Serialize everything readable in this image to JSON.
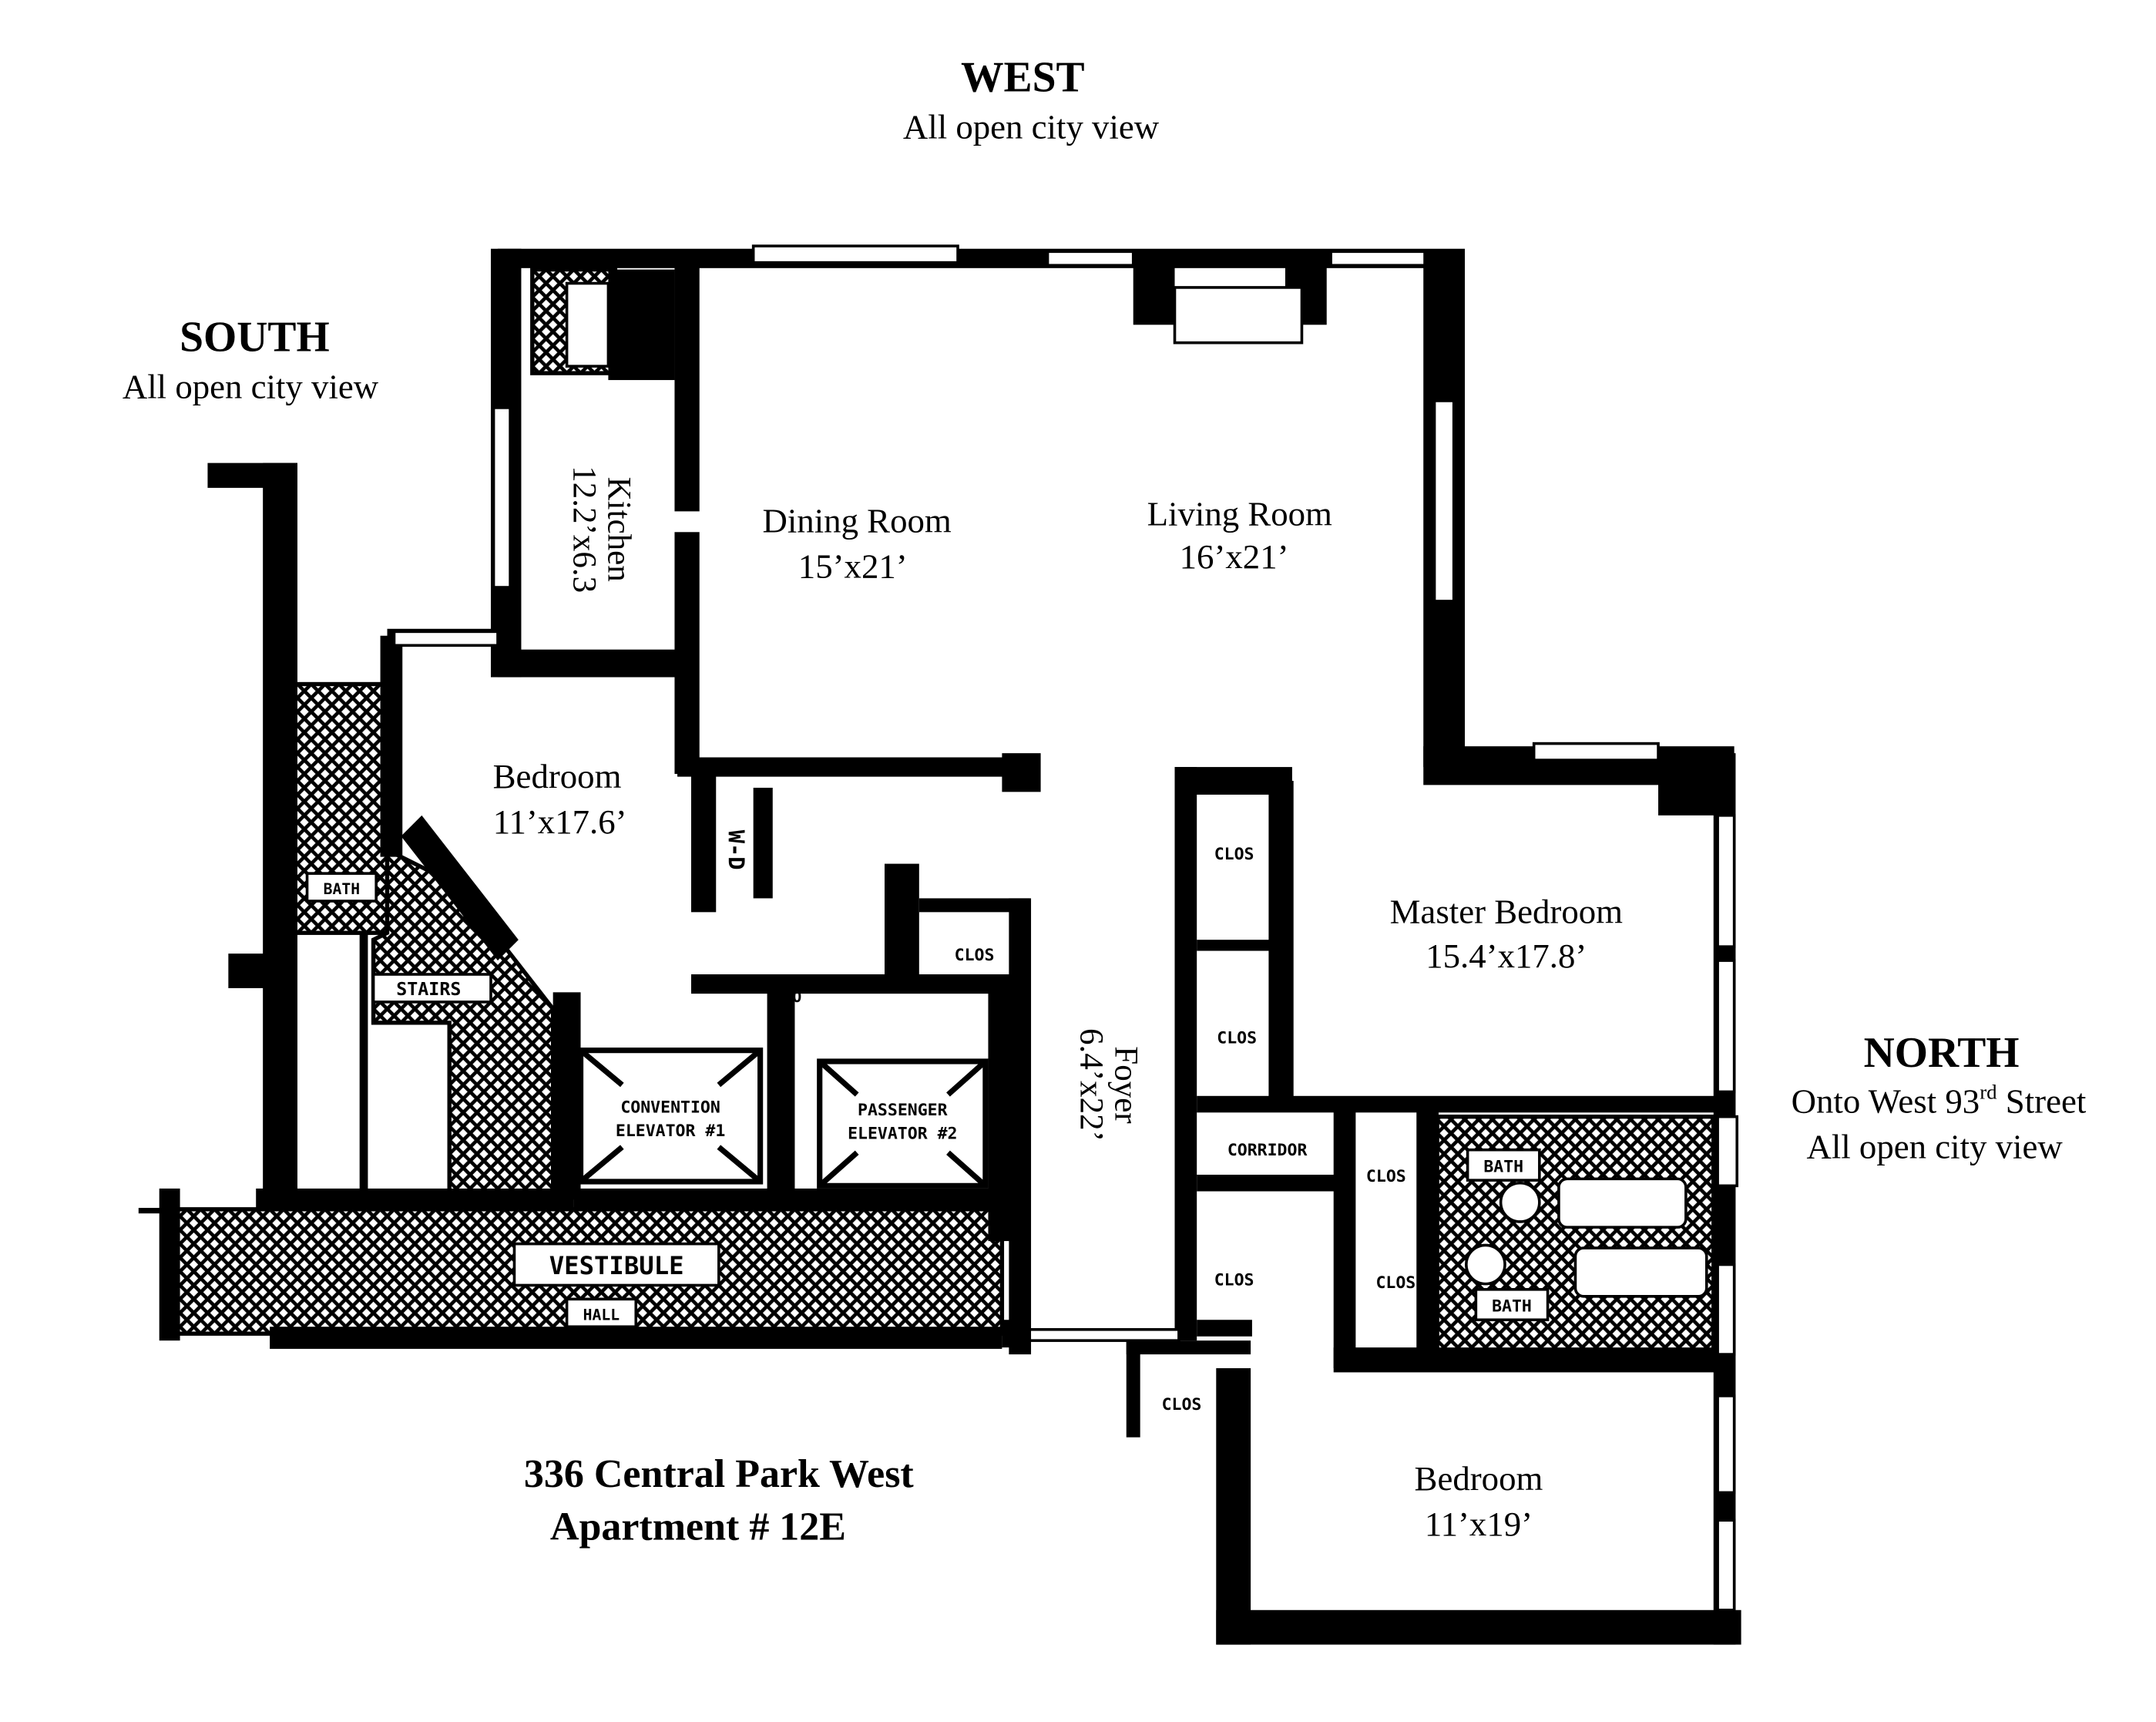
{
  "compass": {
    "west": {
      "title": "WEST",
      "subtitle": "All open city view"
    },
    "south": {
      "title": "SOUTH",
      "subtitle": "All open city view"
    },
    "north": {
      "title": "NORTH",
      "line1_pre": "Onto West 93",
      "line1_sup": "rd",
      "line1_post": " Street",
      "line2": "All open city view"
    }
  },
  "rooms": {
    "kitchen": {
      "name": "Kitchen",
      "size": "12.2’x6.3"
    },
    "dining": {
      "name": "Dining Room",
      "size": "15’x21’"
    },
    "living": {
      "name": "Living Room",
      "size": "16’x21’"
    },
    "bedroom1": {
      "name": "Bedroom",
      "size": "11’x17.6’"
    },
    "master": {
      "name": "Master Bedroom",
      "size": "15.4’x17.8’"
    },
    "foyer": {
      "name": "Foyer",
      "size": "6.4’x22’"
    },
    "bedroom2": {
      "name": "Bedroom",
      "size": "11’x19’"
    }
  },
  "small_labels": {
    "bath": "BATH",
    "wd": "W-D",
    "clos": "CLOS",
    "clo": "CLO",
    "stairs": "STAIRS",
    "corridor": "CORRIDOR",
    "elevator1": [
      "CONVENTION",
      "ELEVATOR #1"
    ],
    "elevator2": [
      "PASSENGER",
      "ELEVATOR #2"
    ],
    "vestibule": "VESTIBULE",
    "hall": "HALL"
  },
  "address": {
    "line1": "336 Central Park West",
    "line2": "Apartment # 12E"
  }
}
